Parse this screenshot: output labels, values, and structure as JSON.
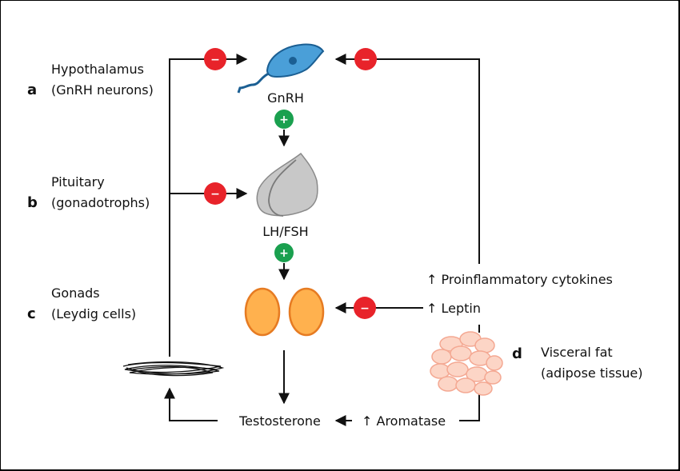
{
  "levels": [
    {
      "tag": "a",
      "line1": "Hypothalamus",
      "line2": "(GnRH neurons)"
    },
    {
      "tag": "b",
      "line1": "Pituitary",
      "line2": "(gonadotrophs)"
    },
    {
      "tag": "c",
      "line1": "Gonads",
      "line2": "(Leydig cells)"
    },
    {
      "tag": "d",
      "line1": "Visceral fat",
      "line2": "(adipose tissue)"
    }
  ],
  "hormones": {
    "gnrh": "GnRH",
    "lhfsh": "LH/FSH",
    "testosterone": "Testosterone",
    "aromatase": "↑ Aromatase",
    "leptin": "↑ Leptin",
    "cytokines": "↑ Proinflammatory cytokines"
  },
  "signs": {
    "inhibit": "−",
    "stimulate": "+"
  },
  "icons": {
    "neuron": "gnrh-neuron-icon",
    "pituitary": "pituitary-gland-icon",
    "gonads": "testes-icon",
    "fat": "adipocytes-icon"
  },
  "colors": {
    "inhibit": "#e8232a",
    "stimulate": "#1aa04f",
    "neuron_fill": "#4a9fd8",
    "neuron_stroke": "#1b5f93",
    "pituitary_fill": "#c8c8c8",
    "gonad_fill": "#ffb14e",
    "gonad_stroke": "#e67b22",
    "fat_fill": "#fcd5c6",
    "fat_stroke": "#f4a892"
  }
}
